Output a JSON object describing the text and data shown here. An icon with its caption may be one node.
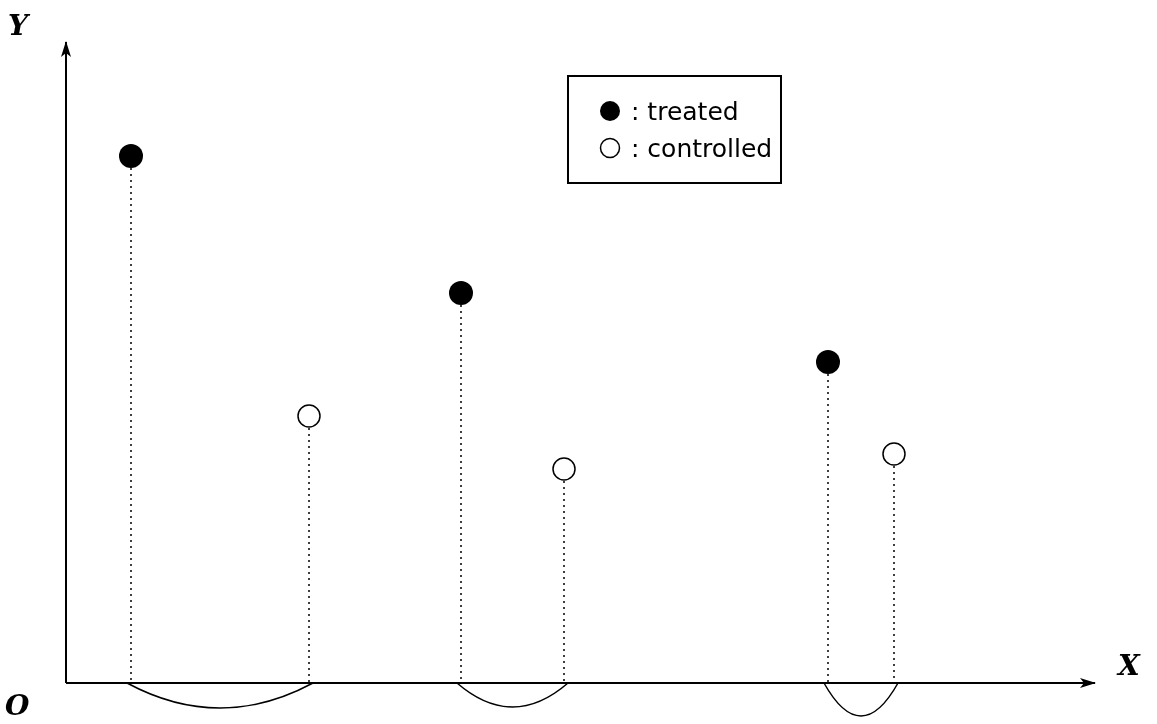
{
  "diagram": {
    "labels": [
      "Y",
      "X",
      "O"
    ],
    "legend": [
      {
        "text": ": treated"
      },
      {
        "text": ": controlled"
      }
    ]
  }
}
